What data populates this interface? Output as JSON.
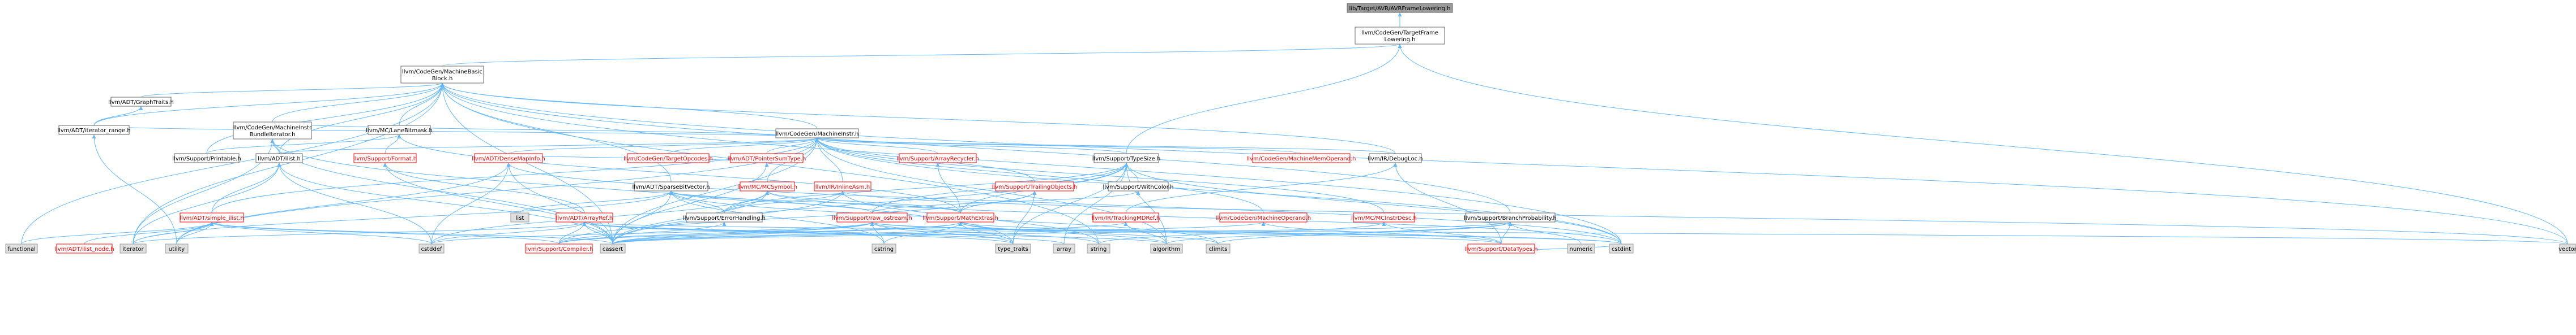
{
  "colors": {
    "edge": "#63b8ff",
    "root_fill": "#999999",
    "root_stroke": "#666666",
    "node_fill": "#ffffff",
    "node_stroke": "#666666",
    "external_fill": "#e0e0e0",
    "external_stroke": "#999999",
    "truncated_stroke": "#ff0000",
    "text": "#000000",
    "red_text": "#ff0000"
  },
  "nodes": [
    {
      "id": "root",
      "kind": "root",
      "lines": [
        "lib/Target/AVR/AVRFrameLowering.h"
      ]
    },
    {
      "id": "tfl",
      "kind": "normal",
      "lines": [
        "llvm/CodeGen/TargetFrame",
        "Lowering.h"
      ]
    },
    {
      "id": "mbb",
      "kind": "normal",
      "lines": [
        "llvm/CodeGen/MachineBasic",
        "Block.h"
      ]
    },
    {
      "id": "graphtraits",
      "kind": "normal",
      "lines": [
        "llvm/ADT/GraphTraits.h"
      ]
    },
    {
      "id": "iterrange",
      "kind": "normal",
      "lines": [
        "llvm/ADT/iterator_range.h"
      ]
    },
    {
      "id": "mi",
      "kind": "normal",
      "lines": [
        "llvm/CodeGen/MachineInstr.h"
      ]
    },
    {
      "id": "mibundleiter",
      "kind": "normal",
      "lines": [
        "llvm/CodeGen/MachineInstr",
        "BundleIterator.h"
      ]
    },
    {
      "id": "lanebitmask",
      "kind": "normal",
      "lines": [
        "llvm/MC/LaneBitmask.h"
      ]
    },
    {
      "id": "printable",
      "kind": "normal",
      "lines": [
        "llvm/Support/Printable.h"
      ]
    },
    {
      "id": "ilist",
      "kind": "normal",
      "lines": [
        "llvm/ADT/ilist.h"
      ]
    },
    {
      "id": "format",
      "kind": "truncated",
      "lines": [
        "llvm/Support/Format.h"
      ]
    },
    {
      "id": "targetopcodes",
      "kind": "truncated",
      "lines": [
        "llvm/CodeGen/TargetOpcodes.h"
      ]
    },
    {
      "id": "pointersumtype",
      "kind": "truncated",
      "lines": [
        "llvm/ADT/PointerSumType.h"
      ]
    },
    {
      "id": "densemapinfo",
      "kind": "truncated",
      "lines": [
        "llvm/ADT/DenseMapInfo.h"
      ]
    },
    {
      "id": "arrayrecycler",
      "kind": "truncated",
      "lines": [
        "llvm/Support/ArrayRecycler.h"
      ]
    },
    {
      "id": "typesize",
      "kind": "normal",
      "lines": [
        "llvm/Support/TypeSize.h"
      ]
    },
    {
      "id": "withcolor",
      "kind": "normal",
      "lines": [
        "llvm/Support/WithColor.h"
      ]
    },
    {
      "id": "memoperand",
      "kind": "truncated",
      "lines": [
        "llvm/CodeGen/MachineMemOperand.h"
      ]
    },
    {
      "id": "debugloc",
      "kind": "normal",
      "lines": [
        "llvm/IR/DebugLoc.h"
      ]
    },
    {
      "id": "sparsebitvector",
      "kind": "normal",
      "lines": [
        "llvm/ADT/SparseBitVector.h"
      ]
    },
    {
      "id": "mcsymbol",
      "kind": "truncated",
      "lines": [
        "llvm/MC/MCSymbol.h"
      ]
    },
    {
      "id": "inlineasm",
      "kind": "truncated",
      "lines": [
        "llvm/IR/InlineAsm.h"
      ]
    },
    {
      "id": "trailingobjects",
      "kind": "truncated",
      "lines": [
        "llvm/Support/TrailingObjects.h"
      ]
    },
    {
      "id": "simpleilist",
      "kind": "truncated",
      "lines": [
        "llvm/ADT/simple_ilist.h"
      ]
    },
    {
      "id": "arrayref",
      "kind": "truncated",
      "lines": [
        "llvm/ADT/ArrayRef.h"
      ]
    },
    {
      "id": "errorhandling",
      "kind": "normal",
      "lines": [
        "llvm/Support/ErrorHandling.h"
      ]
    },
    {
      "id": "rawostream",
      "kind": "truncated",
      "lines": [
        "llvm/Support/raw_ostream.h"
      ]
    },
    {
      "id": "mathextras",
      "kind": "truncated",
      "lines": [
        "llvm/Support/MathExtras.h"
      ]
    },
    {
      "id": "trackingmdref",
      "kind": "truncated",
      "lines": [
        "llvm/IR/TrackingMDRef.h"
      ]
    },
    {
      "id": "machineoperand",
      "kind": "truncated",
      "lines": [
        "llvm/CodeGen/MachineOperand.h"
      ]
    },
    {
      "id": "mcinstrdesc",
      "kind": "truncated",
      "lines": [
        "llvm/MC/MCInstrDesc.h"
      ]
    },
    {
      "id": "branchprob",
      "kind": "normal",
      "lines": [
        "llvm/Support/BranchProbability.h"
      ]
    },
    {
      "id": "ilistnode",
      "kind": "truncated",
      "lines": [
        "llvm/ADT/ilist_node.h"
      ]
    },
    {
      "id": "compiler",
      "kind": "truncated",
      "lines": [
        "llvm/Support/Compiler.h"
      ]
    },
    {
      "id": "datatypes",
      "kind": "truncated",
      "lines": [
        "llvm/Support/DataTypes.h"
      ]
    },
    {
      "id": "functional",
      "kind": "external",
      "lines": [
        "functional"
      ]
    },
    {
      "id": "iterator",
      "kind": "external",
      "lines": [
        "iterator"
      ]
    },
    {
      "id": "utility",
      "kind": "external",
      "lines": [
        "utility"
      ]
    },
    {
      "id": "cstddef",
      "kind": "external",
      "lines": [
        "cstddef"
      ]
    },
    {
      "id": "cassert",
      "kind": "external",
      "lines": [
        "cassert"
      ]
    },
    {
      "id": "list",
      "kind": "external",
      "lines": [
        "list"
      ]
    },
    {
      "id": "cstring",
      "kind": "external",
      "lines": [
        "cstring"
      ]
    },
    {
      "id": "typetraits",
      "kind": "external",
      "lines": [
        "type_traits"
      ]
    },
    {
      "id": "array",
      "kind": "external",
      "lines": [
        "array"
      ]
    },
    {
      "id": "string",
      "kind": "external",
      "lines": [
        "string"
      ]
    },
    {
      "id": "algorithm",
      "kind": "external",
      "lines": [
        "algorithm"
      ]
    },
    {
      "id": "climits",
      "kind": "external",
      "lines": [
        "climits"
      ]
    },
    {
      "id": "numeric",
      "kind": "external",
      "lines": [
        "numeric"
      ]
    },
    {
      "id": "cstdint",
      "kind": "external",
      "lines": [
        "cstdint"
      ]
    },
    {
      "id": "vector",
      "kind": "external",
      "lines": [
        "vector"
      ]
    }
  ],
  "edges": [
    [
      "root",
      "tfl"
    ],
    [
      "tfl",
      "mbb"
    ],
    [
      "tfl",
      "typesize"
    ],
    [
      "tfl",
      "vector"
    ],
    [
      "mbb",
      "graphtraits"
    ],
    [
      "mbb",
      "iterrange"
    ],
    [
      "mbb",
      "mi"
    ],
    [
      "mbb",
      "mibundleiter"
    ],
    [
      "mbb",
      "lanebitmask"
    ],
    [
      "mbb",
      "ilist"
    ],
    [
      "mbb",
      "sparsebitvector"
    ],
    [
      "mbb",
      "debugloc"
    ],
    [
      "mbb",
      "branchprob"
    ],
    [
      "mbb",
      "printable"
    ],
    [
      "mbb",
      "functional"
    ],
    [
      "mbb",
      "iterator"
    ],
    [
      "mbb",
      "cassert"
    ],
    [
      "mbb",
      "string"
    ],
    [
      "mbb",
      "vector"
    ],
    [
      "mbb",
      "cstdint"
    ],
    [
      "graphtraits",
      "iterrange"
    ],
    [
      "iterrange",
      "utility"
    ],
    [
      "mi",
      "densemapinfo"
    ],
    [
      "mi",
      "pointersumtype"
    ],
    [
      "mi",
      "iterrange"
    ],
    [
      "mi",
      "ilist"
    ],
    [
      "mi",
      "mibundleiter"
    ],
    [
      "mi",
      "targetopcodes"
    ],
    [
      "mi",
      "memoperand"
    ],
    [
      "mi",
      "machineoperand"
    ],
    [
      "mi",
      "inlineasm"
    ],
    [
      "mi",
      "mcsymbol"
    ],
    [
      "mi",
      "mcinstrdesc"
    ],
    [
      "mi",
      "debugloc"
    ],
    [
      "mi",
      "arrayrecycler"
    ],
    [
      "mi",
      "trailingobjects"
    ],
    [
      "mi",
      "typesize"
    ],
    [
      "mi",
      "simpleilist"
    ],
    [
      "mi",
      "cstdint"
    ],
    [
      "mi",
      "utility"
    ],
    [
      "mi",
      "algorithm"
    ],
    [
      "mi",
      "cassert"
    ],
    [
      "mibundleiter",
      "ilist"
    ],
    [
      "mibundleiter",
      "iterator"
    ],
    [
      "mibundleiter",
      "cassert"
    ],
    [
      "mibundleiter",
      "typetraits"
    ],
    [
      "lanebitmask",
      "format"
    ],
    [
      "lanebitmask",
      "mathextras"
    ],
    [
      "lanebitmask",
      "printable"
    ],
    [
      "ilist",
      "simpleilist"
    ],
    [
      "ilist",
      "cassert"
    ],
    [
      "ilist",
      "cstddef"
    ],
    [
      "ilist",
      "iterator"
    ],
    [
      "format",
      "arrayref"
    ],
    [
      "format",
      "cassert"
    ],
    [
      "format",
      "cstdio"
    ],
    [
      "pointersumtype",
      "densemapinfo"
    ],
    [
      "pointersumtype",
      "cassert"
    ],
    [
      "densemapinfo",
      "cassert"
    ],
    [
      "densemapinfo",
      "cstddef"
    ],
    [
      "densemapinfo",
      "cstdint"
    ],
    [
      "densemapinfo",
      "utility"
    ],
    [
      "arrayrecycler",
      "mathextras"
    ],
    [
      "typesize",
      "mathextras"
    ],
    [
      "typesize",
      "rawostream"
    ],
    [
      "typesize",
      "errorhandling"
    ],
    [
      "typesize",
      "algorithm"
    ],
    [
      "typesize",
      "array"
    ],
    [
      "typesize",
      "cassert"
    ],
    [
      "typesize",
      "cstdint"
    ],
    [
      "typesize",
      "typetraits"
    ],
    [
      "typesize",
      "withcolor"
    ],
    [
      "withcolor",
      "rawostream"
    ],
    [
      "debugloc",
      "trackingmdref"
    ],
    [
      "debugloc",
      "datatypes"
    ],
    [
      "sparsebitvector",
      "errorhandling"
    ],
    [
      "sparsebitvector",
      "mathextras"
    ],
    [
      "sparsebitvector",
      "rawostream"
    ],
    [
      "sparsebitvector",
      "cassert"
    ],
    [
      "sparsebitvector",
      "climits"
    ],
    [
      "sparsebitvector",
      "cstring"
    ],
    [
      "sparsebitvector",
      "iterator"
    ],
    [
      "sparsebitvector",
      "list"
    ],
    [
      "mcsymbol",
      "errorhandling"
    ],
    [
      "mcsymbol",
      "mathextras"
    ],
    [
      "mcsymbol",
      "cassert"
    ],
    [
      "mcsymbol",
      "cstddef"
    ],
    [
      "mcsymbol",
      "cstdint"
    ],
    [
      "inlineasm",
      "errorhandling"
    ],
    [
      "inlineasm",
      "cassert"
    ],
    [
      "inlineasm",
      "string"
    ],
    [
      "inlineasm",
      "vector"
    ],
    [
      "trailingobjects",
      "mathextras"
    ],
    [
      "trailingobjects",
      "compiler"
    ],
    [
      "trailingobjects",
      "typetraits"
    ],
    [
      "simpleilist",
      "compiler"
    ],
    [
      "simpleilist",
      "ilistnode"
    ],
    [
      "simpleilist",
      "cassert"
    ],
    [
      "simpleilist",
      "cstddef"
    ],
    [
      "simpleilist",
      "functional"
    ],
    [
      "simpleilist",
      "iterator"
    ],
    [
      "simpleilist",
      "utility"
    ],
    [
      "arrayref",
      "compiler"
    ],
    [
      "arrayref",
      "algorithm"
    ],
    [
      "arrayref",
      "array"
    ],
    [
      "arrayref",
      "cassert"
    ],
    [
      "arrayref",
      "cstddef"
    ],
    [
      "arrayref",
      "iterator"
    ],
    [
      "arrayref",
      "typetraits"
    ],
    [
      "arrayref",
      "vector"
    ],
    [
      "errorhandling",
      "compiler"
    ],
    [
      "rawostream",
      "compiler"
    ],
    [
      "rawostream",
      "datatypes"
    ],
    [
      "rawostream",
      "cassert"
    ],
    [
      "rawostream",
      "cstddef"
    ],
    [
      "rawostream",
      "cstdint"
    ],
    [
      "rawostream",
      "cstring"
    ],
    [
      "rawostream",
      "string"
    ],
    [
      "rawostream",
      "typetraits"
    ],
    [
      "mathextras",
      "compiler"
    ],
    [
      "mathextras",
      "algorithm"
    ],
    [
      "mathextras",
      "cassert"
    ],
    [
      "mathextras",
      "climits"
    ],
    [
      "mathextras",
      "cstdint"
    ],
    [
      "mathextras",
      "cstring"
    ],
    [
      "mathextras",
      "typetraits"
    ],
    [
      "trackingmdref",
      "algorithm"
    ],
    [
      "trackingmdref",
      "cassert"
    ],
    [
      "machineoperand",
      "datatypes"
    ],
    [
      "machineoperand",
      "cassert"
    ],
    [
      "mcinstrdesc",
      "datatypes"
    ],
    [
      "mcinstrdesc",
      "string"
    ],
    [
      "branchprob",
      "datatypes"
    ],
    [
      "branchprob",
      "algorithm"
    ],
    [
      "branchprob",
      "cassert"
    ],
    [
      "branchprob",
      "climits"
    ],
    [
      "branchprob",
      "numeric"
    ],
    [
      "datatypes",
      "cstdint"
    ]
  ]
}
